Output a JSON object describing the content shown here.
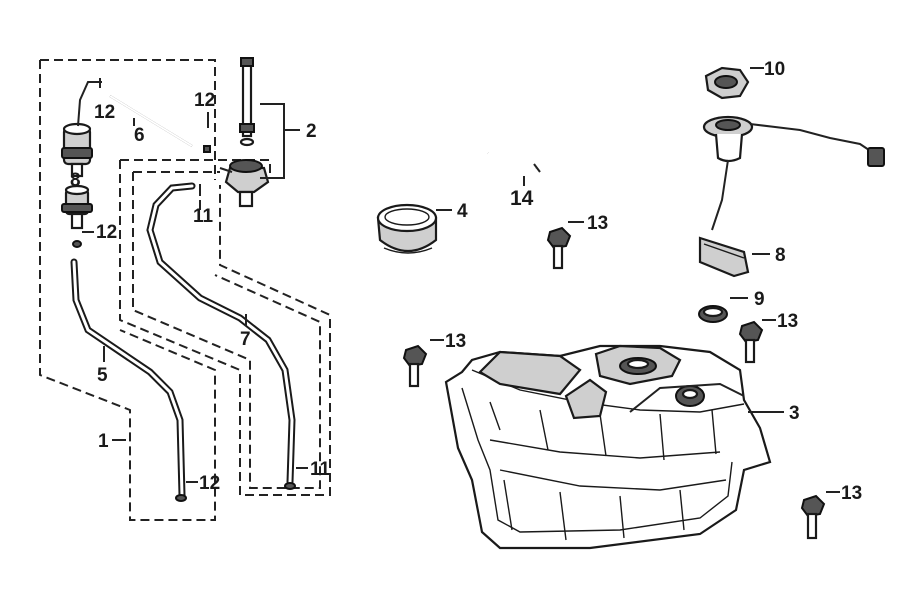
{
  "callouts": [
    {
      "id": "c1",
      "text": "1"
    },
    {
      "id": "c2",
      "text": "2"
    },
    {
      "id": "c3",
      "text": "3"
    },
    {
      "id": "c4",
      "text": "4"
    },
    {
      "id": "c5",
      "text": "5"
    },
    {
      "id": "c6",
      "text": "6"
    },
    {
      "id": "c7",
      "text": "7"
    },
    {
      "id": "c8a",
      "text": "8"
    },
    {
      "id": "c8b",
      "text": "8"
    },
    {
      "id": "c9",
      "text": "9"
    },
    {
      "id": "c10",
      "text": "10"
    },
    {
      "id": "c11a",
      "text": "11"
    },
    {
      "id": "c11b",
      "text": "11"
    },
    {
      "id": "c12a",
      "text": "12"
    },
    {
      "id": "c12b",
      "text": "12"
    },
    {
      "id": "c12c",
      "text": "12"
    },
    {
      "id": "c12d",
      "text": "12"
    },
    {
      "id": "c13a",
      "text": "13"
    },
    {
      "id": "c13b",
      "text": "13"
    },
    {
      "id": "c13c",
      "text": "13"
    },
    {
      "id": "c13d",
      "text": "13"
    },
    {
      "id": "c14",
      "text": "14"
    }
  ]
}
